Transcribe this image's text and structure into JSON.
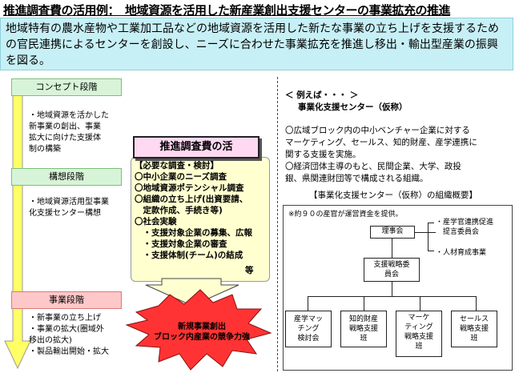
{
  "title": "推進調査費の活用例：　地域資源を活用した新産業創出支援センターの事業拡充の推進",
  "intro": "地域特有の農水産物や工業加工品などの地域資源を活用した新たな事業の立ち上げを支援するための官民連携によるセンターを創設し、ニーズに合わせた事業拡充を推進し移出・輸出型産業の振興を図る。",
  "stages": [
    {
      "label": "コンセプト段階",
      "text": "・地域資源を活かした\n新事業の創出、事業\n拡大に向けた支援体\n制の構築"
    },
    {
      "label": "構想段階",
      "text": "・地域資源活用型事業\n化支援センター構想"
    },
    {
      "label": "事業段階",
      "text": "・新事業の立ち上げ\n・事業の拡大(圏域外\n移出の拡大)\n・製品輸出開始・拡大"
    }
  ],
  "survey": {
    "title": "推進調査費の活",
    "items": "【必要な調査・検討】\n〇中小企業のニーズ調査\n〇地域資源ポテンシャル調査\n〇組織の立ち上げ(出資要請、\n　定款作成、手続き等)\n〇社会実験\n　・支援対象企業の募集、広報\n　・支援対象企業の審査\n　・支援体制(チーム)の結成",
    "suffix": "等"
  },
  "burst": {
    "line1": "新規事業創出",
    "line2": "ブロック内産業の競争力強"
  },
  "right": {
    "example_heading": "＜ 例えば・・・ ＞",
    "center_name": "事業化支援センター（仮称）",
    "point1": "〇広域ブロック内の中小ベンチャー企業に対するマーケティング、セールス、知的財産、産学連携に関する支援を実施。",
    "point2": "〇経済団体主導のもと、民間企業、大学、政投銀、県関連財団等で構成される組織。",
    "org_heading": "【事業化支援センター（仮称）の組織概要】"
  },
  "org": {
    "note": "※約９０の産官が運営資金を提供。",
    "board": "理事会",
    "committee": "支援戦略委\n員会",
    "side1": "・産学官連携促進\n　提言委員会",
    "side2": "・人材育成事業",
    "units": [
      "産学マッ\nチング\n検討会",
      "知的財産\n戦略支援\n班",
      "マーケ\nティング\n戦略支援\n班",
      "セールス\n戦略支援\n班"
    ]
  }
}
